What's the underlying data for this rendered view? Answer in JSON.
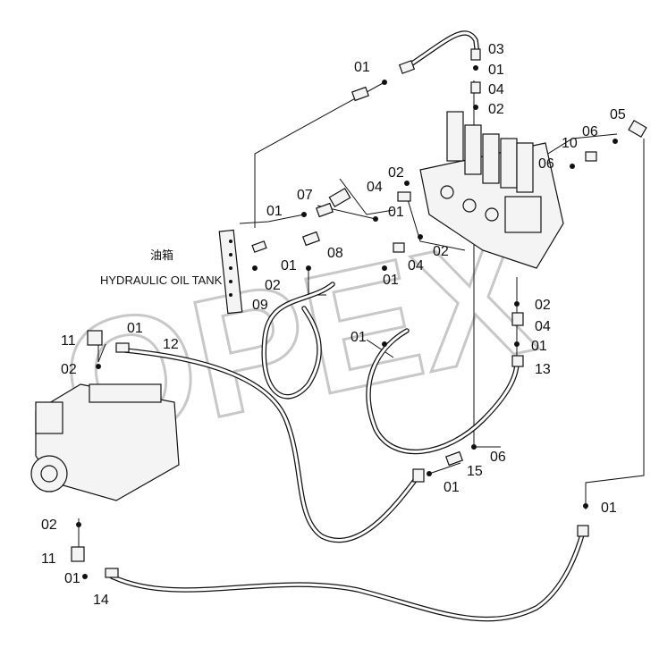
{
  "watermark": "OPEX",
  "tank": {
    "label_cn": "油箱",
    "label_en": "HYDRAULIC OIL TANK"
  },
  "callouts": [
    {
      "id": "c01a",
      "text": "01"
    },
    {
      "id": "c03",
      "text": "03"
    },
    {
      "id": "c01b",
      "text": "01"
    },
    {
      "id": "c04a",
      "text": "04"
    },
    {
      "id": "c02a",
      "text": "02"
    },
    {
      "id": "c05",
      "text": "05"
    },
    {
      "id": "c06a",
      "text": "06"
    },
    {
      "id": "c10",
      "text": "10"
    },
    {
      "id": "c06b",
      "text": "06"
    },
    {
      "id": "c02b",
      "text": "02"
    },
    {
      "id": "c04b",
      "text": "04"
    },
    {
      "id": "c07",
      "text": "07"
    },
    {
      "id": "c01c",
      "text": "01"
    },
    {
      "id": "c01d",
      "text": "01"
    },
    {
      "id": "c02c",
      "text": "02"
    },
    {
      "id": "c08",
      "text": "08"
    },
    {
      "id": "c01e",
      "text": "01"
    },
    {
      "id": "c04c",
      "text": "04"
    },
    {
      "id": "c02d",
      "text": "02"
    },
    {
      "id": "c09",
      "text": "09"
    },
    {
      "id": "c01f",
      "text": "01"
    },
    {
      "id": "c02e",
      "text": "02"
    },
    {
      "id": "c04d",
      "text": "04"
    },
    {
      "id": "c01g",
      "text": "01"
    },
    {
      "id": "c01h",
      "text": "01"
    },
    {
      "id": "c13",
      "text": "13"
    },
    {
      "id": "c11a",
      "text": "11"
    },
    {
      "id": "c01i",
      "text": "01"
    },
    {
      "id": "c12",
      "text": "12"
    },
    {
      "id": "c02f",
      "text": "02"
    },
    {
      "id": "c06c",
      "text": "06"
    },
    {
      "id": "c15",
      "text": "15"
    },
    {
      "id": "c01j",
      "text": "01"
    },
    {
      "id": "c01k",
      "text": "01"
    },
    {
      "id": "c02g",
      "text": "02"
    },
    {
      "id": "c11b",
      "text": "11"
    },
    {
      "id": "c01l",
      "text": "01"
    },
    {
      "id": "c14",
      "text": "14"
    }
  ]
}
